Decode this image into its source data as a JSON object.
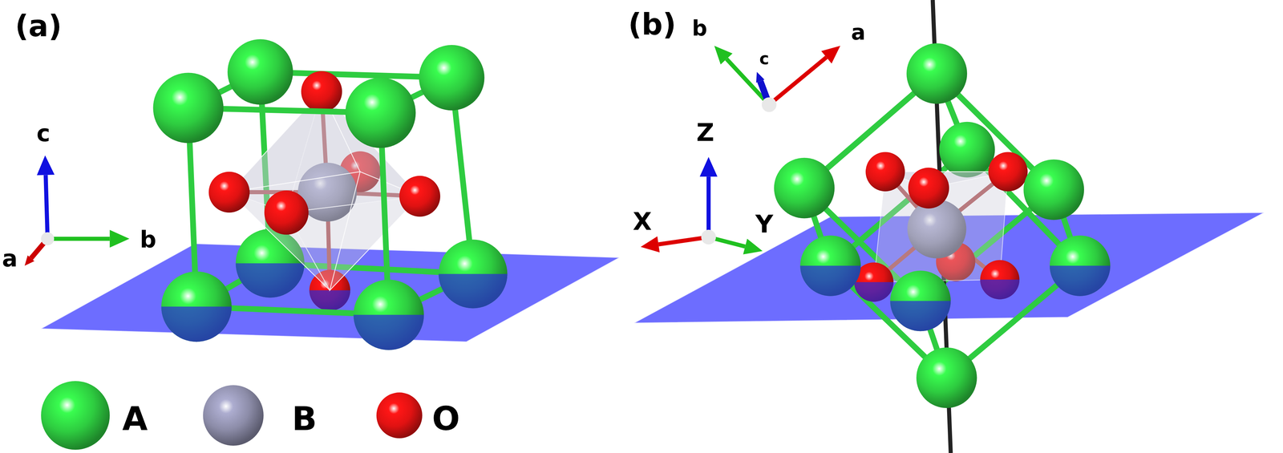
{
  "diagram": {
    "labels": [
      "(a)",
      "c",
      "a",
      "b",
      "(b)",
      "b",
      "c",
      "a",
      "Z",
      "X",
      "Y"
    ],
    "legend": [
      {
        "text": "A",
        "color": "#2ecc40"
      },
      {
        "text": "B",
        "color": "#8c8ca8"
      },
      {
        "text": "O",
        "color": "#e01212"
      }
    ]
  }
}
